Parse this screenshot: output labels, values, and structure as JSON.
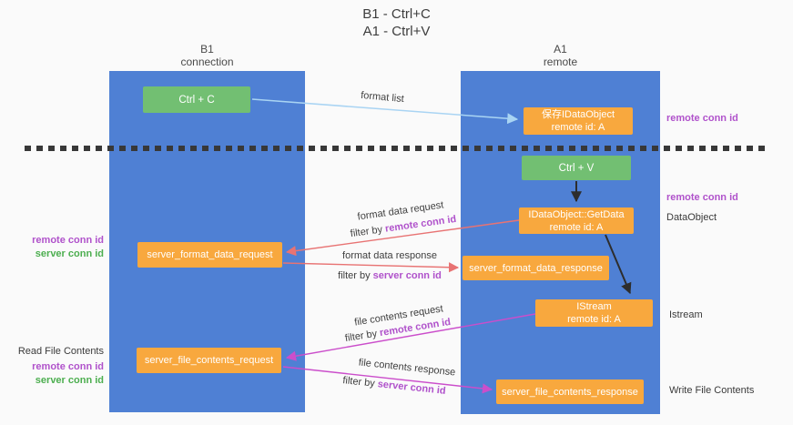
{
  "title": {
    "line1": "B1 - Ctrl+C",
    "line2": "A1 - Ctrl+V"
  },
  "lanes": {
    "b1": {
      "name": "B1",
      "subtitle": "connection"
    },
    "a1": {
      "name": "A1",
      "subtitle": "remote"
    }
  },
  "nodes": {
    "ctrl_c": {
      "label": "Ctrl + C"
    },
    "ctrl_v": {
      "label": "Ctrl + V"
    },
    "save_idataobject": {
      "line1": "保存IDataObject",
      "line2": "remote id: A"
    },
    "getdata": {
      "line1": "IDataObject::GetData",
      "line2": "remote id: A"
    },
    "istream": {
      "line1": "IStream",
      "line2": "remote id: A"
    },
    "server_format_data_request": {
      "label": "server_format_data_request"
    },
    "server_format_data_response": {
      "label": "server_format_data_response"
    },
    "server_file_contents_request": {
      "label": "server_file_contents_request"
    },
    "server_file_contents_response": {
      "label": "server_file_contents_response"
    }
  },
  "flow_labels": {
    "format_list": "format list",
    "format_data_request": "format data request",
    "format_data_response": "format data response",
    "file_contents_request": "file contents request",
    "file_contents_response": "file contents response",
    "filter_by": "filter by",
    "remote_conn_id": "remote conn id",
    "server_conn_id": "server conn id"
  },
  "margin_labels": {
    "left_remote_conn_id": "remote conn id",
    "left_server_conn_id": "server conn id",
    "read_file_contents": "Read File Contents",
    "left_remote_conn_id_2": "remote conn id",
    "left_server_conn_id_2": "server conn id",
    "right_remote_conn_id_top": "remote conn id",
    "right_remote_conn_id_mid": "remote conn id",
    "dataobject": "DataObject",
    "istream": "Istream",
    "write_file_contents": "Write File Contents"
  },
  "colors": {
    "background": "#fafafa",
    "lane_blue": "#4f80d4",
    "node_green": "#72bf72",
    "node_orange": "#f8a83e",
    "arrow_lightblue": "#a9d4f3",
    "arrow_red": "#e87373",
    "arrow_magenta": "#cb4ecb",
    "arrow_black": "#2d2d2d",
    "conn_id_purple": "#b052cb",
    "conn_id_green": "#4cae4f",
    "dashed_line": "#383838",
    "text_dark": "#3d3d3d"
  }
}
